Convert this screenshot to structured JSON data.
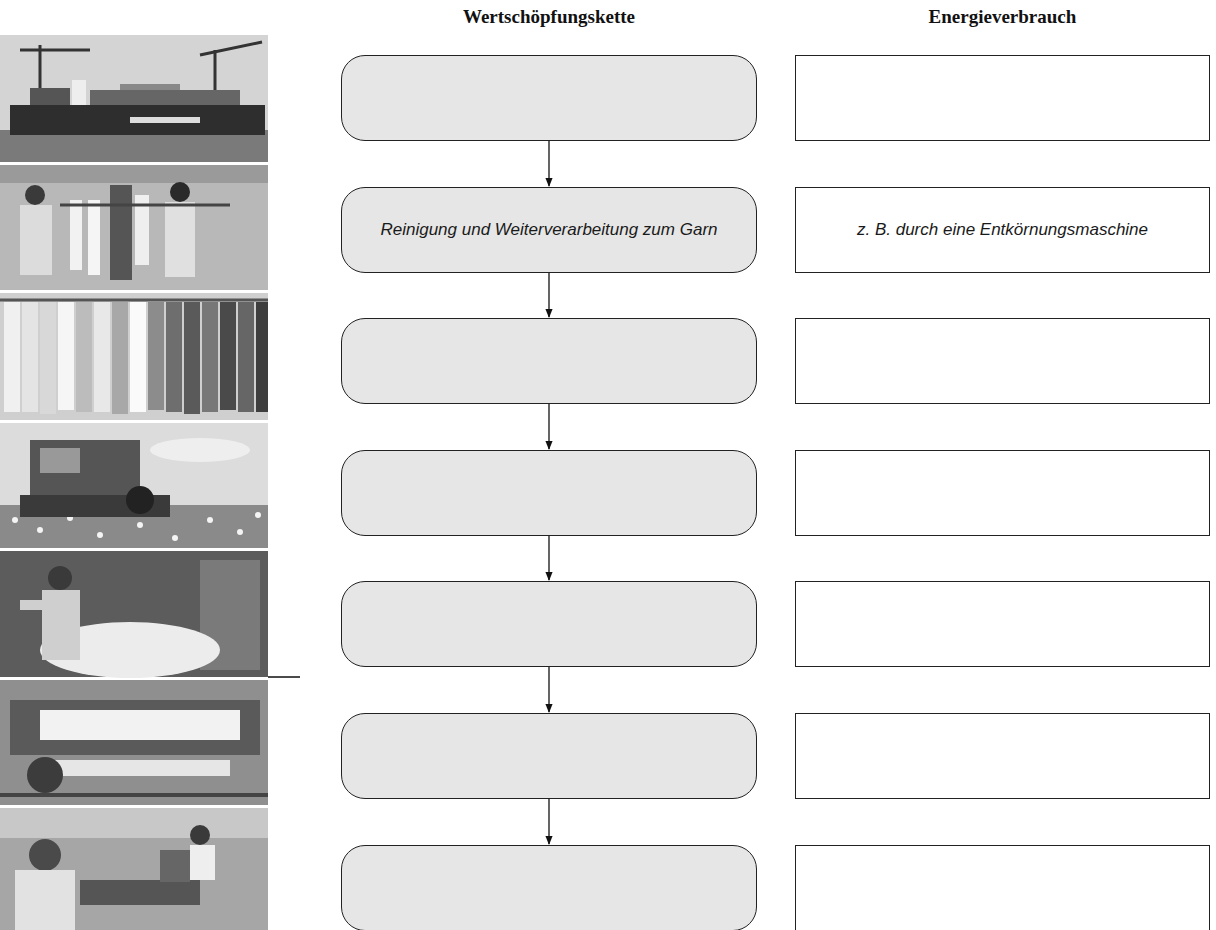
{
  "diagram": {
    "nodes": [
      {
        "text": []
      },
      {
        "text": []
      },
      {
        "text": [
          "Reinigung und Weiterverarbeitung zum Garn"
        ]
      },
      {
        "text": [
          "z. B. durch eine Entkörnungsmaschine"
        ]
      },
      {
        "text": []
      },
      {
        "text": []
      },
      {
        "text": []
      },
      {
        "text": []
      },
      {
        "text": []
      },
      {
        "text": []
      },
      {
        "text": []
      },
      {
        "text": []
      },
      {
        "text": []
      },
      {
        "text": []
      }
    ],
    "edges": [
      {
        "from": 0,
        "to": 2,
        "arrow": "to"
      },
      {
        "from": 2,
        "to": 4,
        "arrow": "to"
      },
      {
        "from": 4,
        "to": 6,
        "arrow": "to"
      },
      {
        "from": 6,
        "to": 8,
        "arrow": "to"
      },
      {
        "from": 8,
        "to": 10,
        "arrow": "to"
      },
      {
        "from": 10,
        "to": 12,
        "arrow": "to"
      }
    ],
    "labels": [
      "Wertschöpfungskette",
      "Energieverbrauch"
    ]
  }
}
